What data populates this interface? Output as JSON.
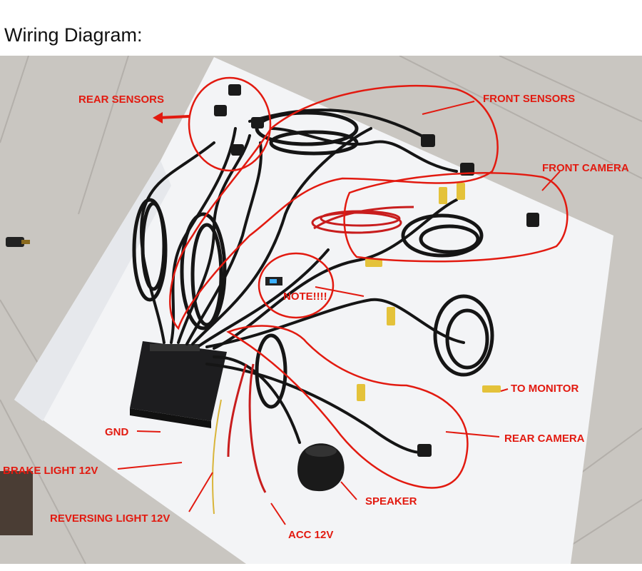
{
  "title": "Wiring Diagram:",
  "colors": {
    "annotation": "#e21a10",
    "floor": "#c9c6c1",
    "sheet": "#f4f5f7",
    "cable": "#151515"
  },
  "labels": {
    "rear_sensors": "REAR SENSORS",
    "front_sensors": "FRONT SENSORS",
    "front_camera": "FRONT CAMERA",
    "note": "NOTE!!!!",
    "to_monitor": "TO MONITOR",
    "rear_camera": "REAR CAMERA",
    "gnd": "GND",
    "brake_light": "BRAKE LIGHT 12V",
    "speaker": "SPEAKER",
    "reversing_light": "REVERSING LIGHT 12V",
    "acc": "ACC 12V"
  }
}
